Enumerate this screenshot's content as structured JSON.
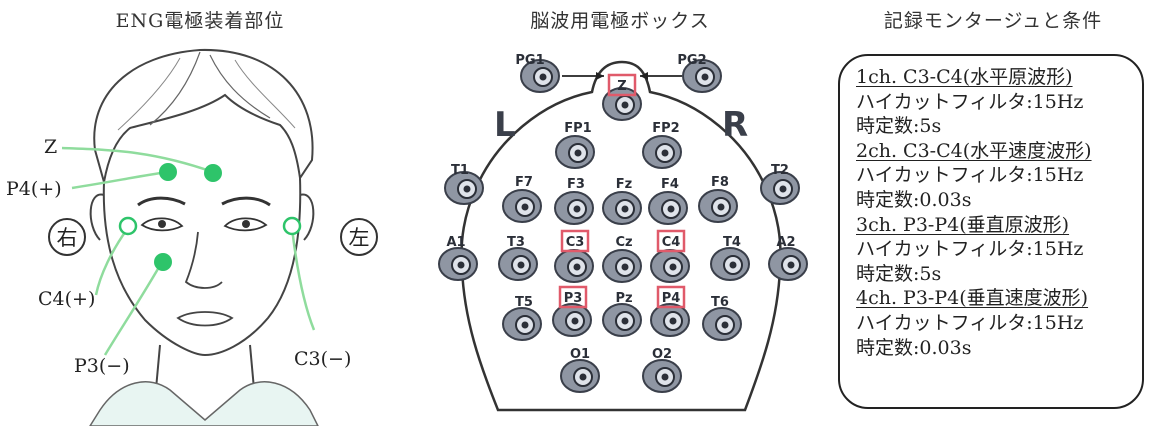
{
  "left_panel": {
    "title": "ENG電極装着部位",
    "labels": {
      "z": "Z",
      "p4": "P4(+)",
      "c4": "C4(+)",
      "p3": "P3(−)",
      "c3": "C3(−)",
      "right_side": "右",
      "left_side": "左"
    },
    "colors": {
      "electrode": "#2ec46a",
      "lead": "#8fdc9d"
    }
  },
  "middle_panel": {
    "title": "脳波用電極ボックス",
    "side_left": "L",
    "side_right": "R",
    "electrodes": {
      "PG1": "PG1",
      "PG2": "PG2",
      "Z": "Z",
      "FP1": "FP1",
      "FP2": "FP2",
      "T1": "T1",
      "T2": "T2",
      "F7": "F7",
      "F3": "F3",
      "Fz": "Fz",
      "F4": "F4",
      "F8": "F8",
      "A1": "A1",
      "T3": "T3",
      "C3": "C3",
      "Cz": "Cz",
      "C4": "C4",
      "T4": "T4",
      "A2": "A2",
      "T5": "T5",
      "P3": "P3",
      "Pz": "Pz",
      "P4": "P4",
      "T6": "T6",
      "O1": "O1",
      "O2": "O2"
    },
    "highlighted": [
      "Z",
      "C3",
      "C4",
      "P3",
      "P4"
    ],
    "colors": {
      "highlight": "#e05a6a",
      "socket": "#8f96a3"
    }
  },
  "right_panel": {
    "title": "記録モンタージュと条件",
    "lines": [
      {
        "text": "1ch. C3-C4(水平原波形)",
        "underline": true
      },
      {
        "text": "ハイカットフィルタ:15Hz",
        "underline": false
      },
      {
        "text": "時定数:5s",
        "underline": false
      },
      {
        "text": "2ch. C3-C4(水平速度波形)",
        "underline": true
      },
      {
        "text": "ハイカットフィルタ:15Hz",
        "underline": false
      },
      {
        "text": "時定数:0.03s",
        "underline": false
      },
      {
        "text": "3ch. P3-P4(垂直原波形)",
        "underline": true
      },
      {
        "text": "ハイカットフィルタ:15Hz",
        "underline": false
      },
      {
        "text": "時定数:5s",
        "underline": false
      },
      {
        "text": "4ch. P3-P4(垂直速度波形)",
        "underline": true
      },
      {
        "text": "ハイカットフィルタ:15Hz",
        "underline": false
      },
      {
        "text": "時定数:0.03s",
        "underline": false
      }
    ]
  }
}
